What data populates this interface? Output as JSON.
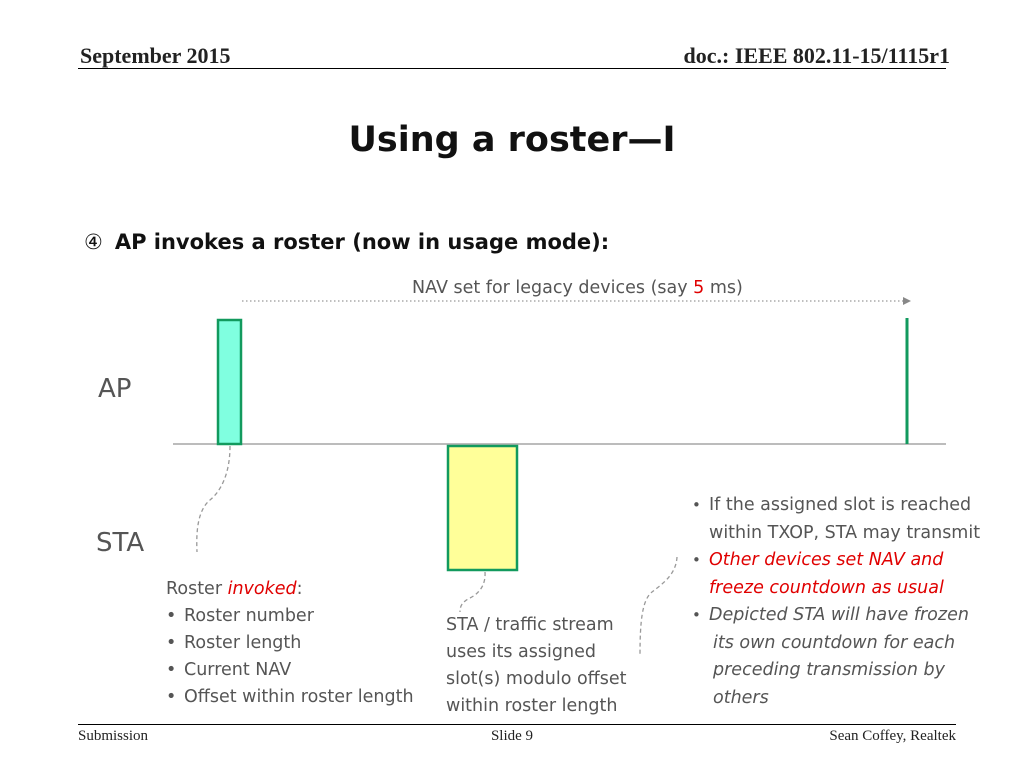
{
  "header": {
    "date": "September 2015",
    "doc": "doc.: IEEE 802.11-15/1115r1"
  },
  "title": "Using a roster—I",
  "step": {
    "number": "④",
    "text": "AP invokes a roster (now in usage mode):"
  },
  "nav": {
    "before": "NAV set for legacy devices (say ",
    "value": "5",
    "after": " ms)"
  },
  "labels": {
    "ap": "AP",
    "sta": "STA"
  },
  "roster": {
    "prefix": "Roster ",
    "invoked": "invoked",
    "suffix": ":",
    "items": [
      "Roster number",
      "Roster length",
      "Current NAV",
      "Offset within roster length"
    ]
  },
  "sta_note": [
    "STA / traffic stream",
    "uses its assigned",
    "slot(s) modulo offset",
    "within roster length"
  ],
  "txop_notes": {
    "bullet": "•",
    "item1": [
      "If the assigned slot is reached",
      "within TXOP, STA may transmit"
    ],
    "item2": [
      "Other devices set NAV and",
      "freeze countdown as usual"
    ],
    "item3": [
      "Depicted STA will have frozen",
      "its own countdown for each",
      "preceding transmission by",
      "others"
    ]
  },
  "colors": {
    "ap_frame_fill": "#80ffe0",
    "frame_border": "#129a5e",
    "sta_frame_fill": "#ffff99",
    "highlight_red": "#e00000"
  },
  "footer": {
    "left": "Submission",
    "center": "Slide 9",
    "right": "Sean Coffey, Realtek"
  }
}
